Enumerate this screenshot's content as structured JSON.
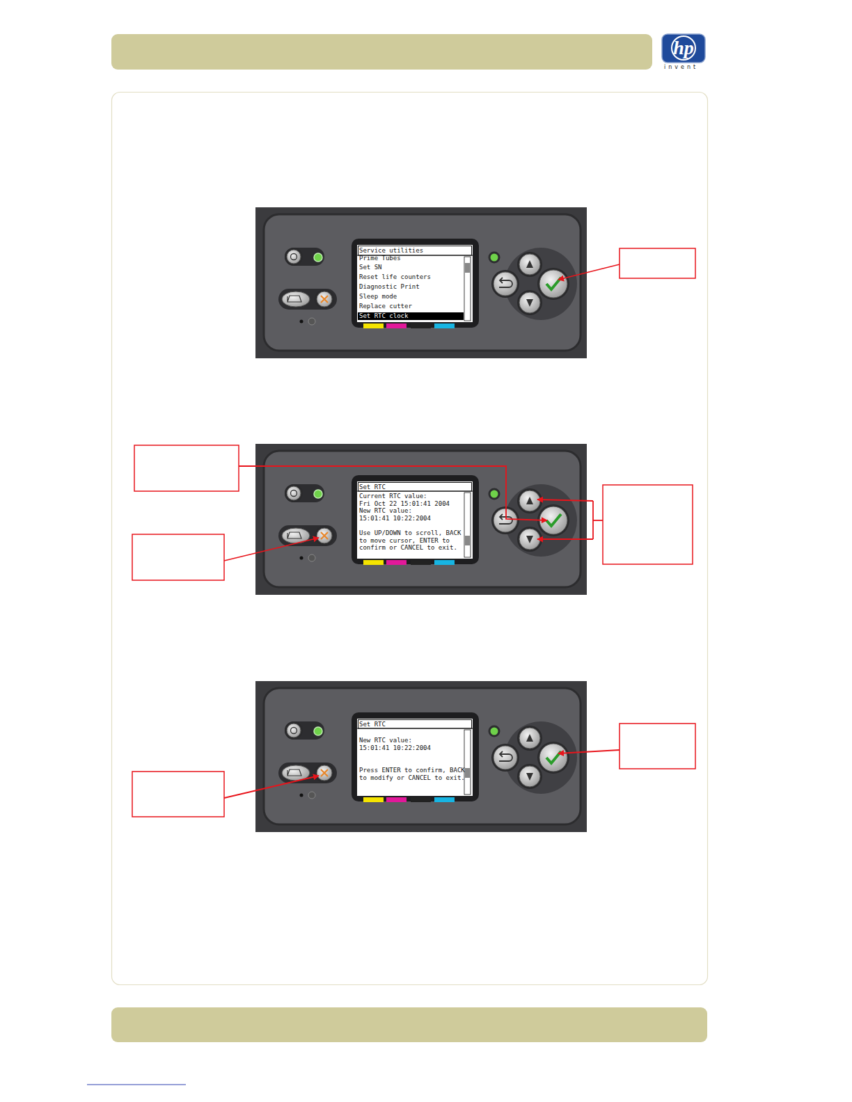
{
  "diagram": {
    "labels": [
      "hp",
      "invent",
      "Service utilities",
      "Prime Tubes",
      "Set SN",
      "Reset life counters",
      "Diagnostic Print",
      "Sleep mode",
      "Replace cutter",
      "Set RTC clock",
      "Set RTC",
      "Current RTC value:",
      "Fri Oct 22 15:01:41 2004",
      "New RTC value:",
      "15:01:41 10:22:2004",
      "Use UP/DOWN to scroll, BACK to move cursor, ENTER to confirm or CANCEL to exit.",
      "Set RTC",
      "New RTC value:",
      "15:01:41 10:22:2004",
      "Press ENTER to confirm, BACK to modify or CANCEL to exit."
    ]
  }
}
